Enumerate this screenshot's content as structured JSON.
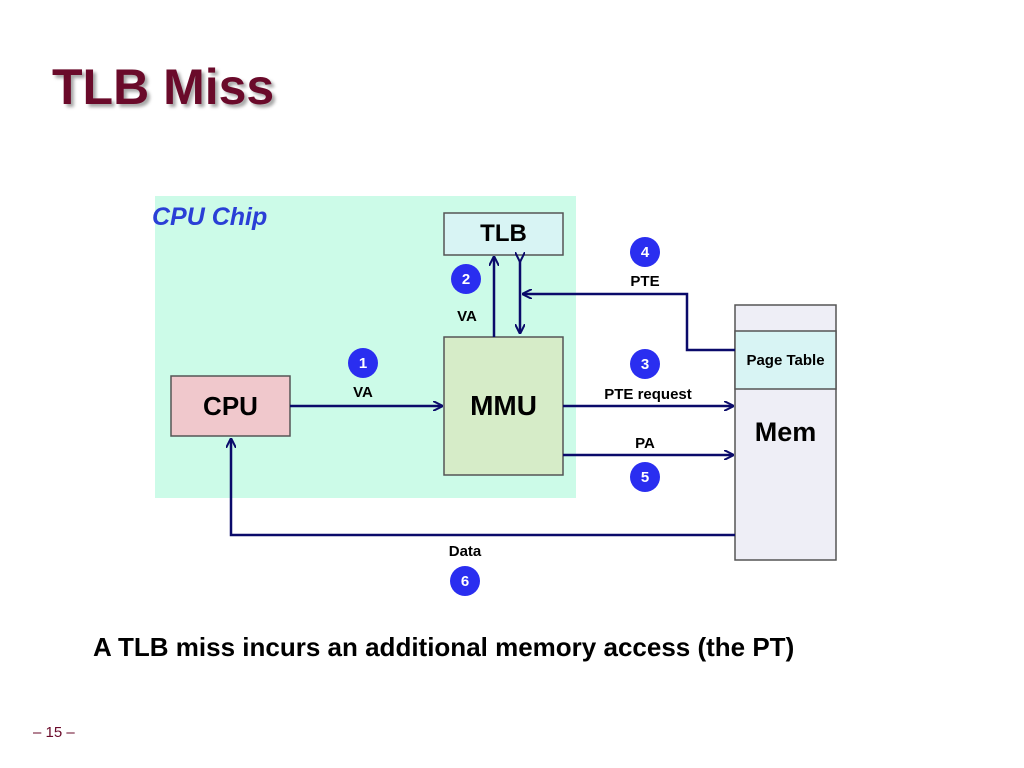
{
  "slide": {
    "title": "TLB Miss",
    "caption": "A TLB miss incurs an additional memory access (the PT)",
    "page_number": "– 15 –"
  },
  "diagram": {
    "chip_label": "CPU Chip",
    "blocks": {
      "cpu": "CPU",
      "mmu": "MMU",
      "tlb": "TLB",
      "page_table": "Page Table",
      "mem": "Mem"
    },
    "arrows": {
      "va_1": "VA",
      "va_2": "VA",
      "pte_request": "PTE request",
      "pte": "PTE",
      "pa": "PA",
      "data": "Data"
    },
    "steps": [
      "1",
      "2",
      "3",
      "4",
      "5",
      "6"
    ]
  },
  "colors": {
    "title": "#6a0a2a",
    "chip_background": "#ccfbe8",
    "chip_label": "#2a3fd6",
    "tlb_fill": "#d8f4f4",
    "mmu_fill": "#d6ecc8",
    "cpu_fill": "#f0c8cc",
    "mem_fill": "#eeeef6",
    "page_table_fill": "#d8f4f4",
    "arrow": "#0a0a6a",
    "step_badge": "#2a2ef0"
  }
}
